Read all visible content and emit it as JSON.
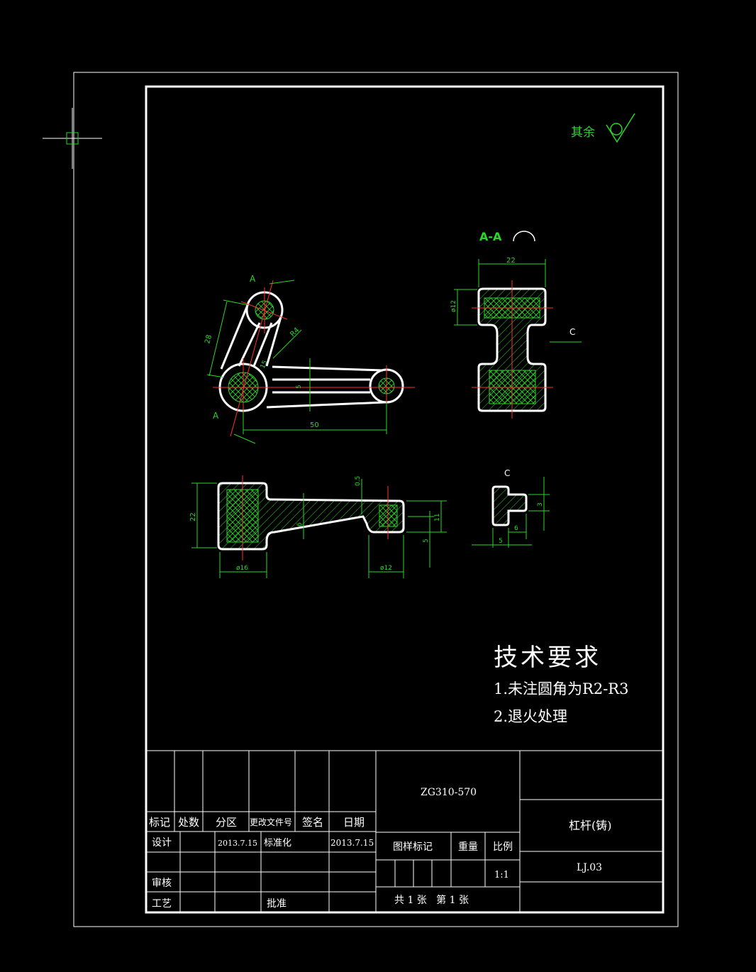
{
  "drawing": {
    "surface_note": "其余",
    "section_label": "A-A",
    "view_c_label": "C",
    "section_arrow_label": "C",
    "cut_label_top": "A",
    "cut_label_bottom": "A"
  },
  "dimensions": {
    "top_view": {
      "d28": "28",
      "r4": "R4",
      "d15": "15",
      "d5": "5",
      "d50": "50"
    },
    "section_aa": {
      "d22": "22",
      "dia12": "ø12"
    },
    "front_view": {
      "d22": "22",
      "d05": "0.5",
      "d6": "6",
      "d11": "11",
      "d5": "5",
      "dia16": "ø16",
      "dia12": "ø12"
    },
    "view_c": {
      "d3": "3",
      "d6": "6",
      "d5": "5"
    }
  },
  "tech_requirements": {
    "title": "技术要求",
    "items": [
      "1.未注圆角为R2-R3",
      "2.退火处理"
    ]
  },
  "title_block": {
    "material": "ZG310-570",
    "part_name": "杠杆(铸)",
    "drawing_no": "LJ.03",
    "headers": [
      "标记",
      "处数",
      "分区",
      "更改文件号",
      "签名",
      "日期"
    ],
    "design_label": "设计",
    "design_date": "2013.7.15",
    "standardize_label": "标准化",
    "standardize_date": "2013.7.15",
    "review_label": "审核",
    "process_label": "工艺",
    "approve_label": "批准",
    "stage_mark_label": "图样标记",
    "weight_label": "重量",
    "scale_label": "比例",
    "scale_value": "1:1",
    "sheets_text": "共 1 张   第 1 张"
  },
  "colors": {
    "background": "#000000",
    "outline": "#ffffff",
    "dimension": "#2bd62b",
    "centerline": "#ff3030"
  }
}
